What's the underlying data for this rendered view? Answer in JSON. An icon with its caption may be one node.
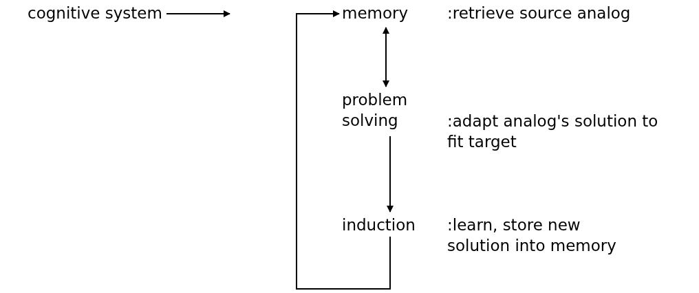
{
  "diagram": {
    "nodes": [
      {
        "text": [
          "cognitive system"
        ]
      },
      {
        "text": [
          "memory"
        ],
        "beside": [
          ":retrieve source analog"
        ]
      },
      {
        "text": [
          "problem solving"
        ],
        "beside": [
          ":adapt analog's solution to fit target"
        ]
      },
      {
        "text": [
          "induction"
        ],
        "beside": [
          ":learn, store new solution into memory"
        ]
      }
    ],
    "edges": [
      {
        "from": 0,
        "to": null,
        "arrow": "to"
      },
      {
        "from": 1,
        "to": 2,
        "arrow": "both"
      },
      {
        "from": 2,
        "to": 3,
        "arrow": "to"
      },
      {
        "from": 3,
        "to": 1,
        "arrow": "to"
      }
    ]
  }
}
